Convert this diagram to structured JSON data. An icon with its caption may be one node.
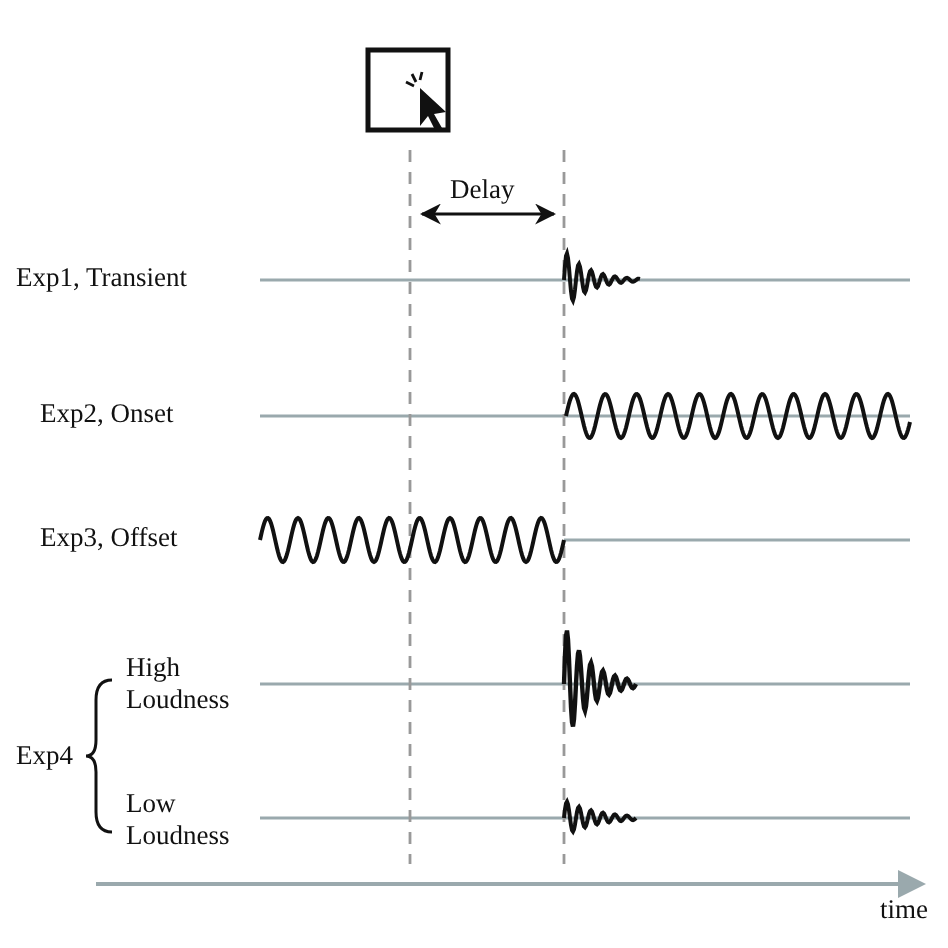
{
  "diagram": {
    "labels": [
      "Delay",
      "Exp1, Transient",
      "Exp2, Onset",
      "Exp3, Offset",
      "High Loudness",
      "Exp4",
      "Low Loudness",
      "time"
    ]
  }
}
